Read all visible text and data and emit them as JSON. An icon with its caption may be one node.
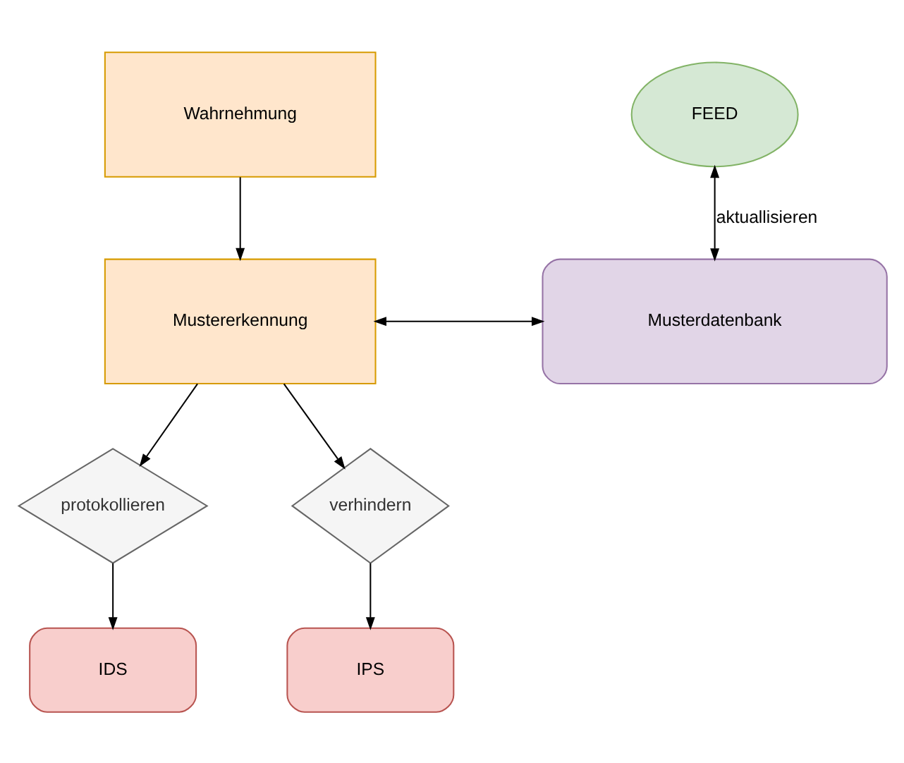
{
  "diagram": {
    "nodes": [
      {
        "text": [
          "FEED"
        ]
      },
      {
        "text": [
          "Wahrnehmung"
        ]
      },
      {
        "text": [
          "Mustererkennung"
        ]
      },
      {
        "text": [
          "Musterdatenbank"
        ]
      },
      {
        "text": [
          "protokollieren"
        ]
      },
      {
        "text": [
          "verhindern"
        ]
      },
      {
        "text": [
          "IDS"
        ]
      },
      {
        "text": [
          "IPS"
        ]
      }
    ],
    "edges": [
      {
        "from": 3,
        "to": 0,
        "arrow": "both",
        "label": "aktuallisieren"
      },
      {
        "from": 1,
        "to": 2,
        "arrow": "to"
      },
      {
        "from": 2,
        "to": 3,
        "arrow": "both"
      },
      {
        "from": 2,
        "to": 4,
        "arrow": "to"
      },
      {
        "from": 2,
        "to": 5,
        "arrow": "to"
      },
      {
        "from": 4,
        "to": 6,
        "arrow": "to"
      },
      {
        "from": 5,
        "to": 7,
        "arrow": "to"
      }
    ]
  }
}
